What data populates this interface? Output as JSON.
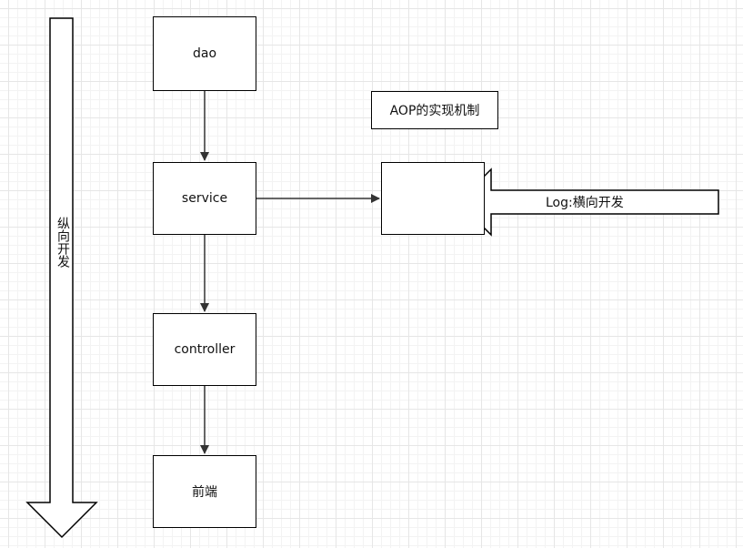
{
  "nodes": {
    "dao": "dao",
    "service": "service",
    "controller": "controller",
    "frontend": "前端"
  },
  "title_box": "AOP的实现机制",
  "side_arrow_label": "纵向开发",
  "log_arrow_label": "Log:横向开发",
  "colors": {
    "stroke": "#000000",
    "connector": "#333333",
    "grid_major": "#e6e6e6",
    "grid_minor": "#f3f3f3",
    "background": "#ffffff"
  }
}
